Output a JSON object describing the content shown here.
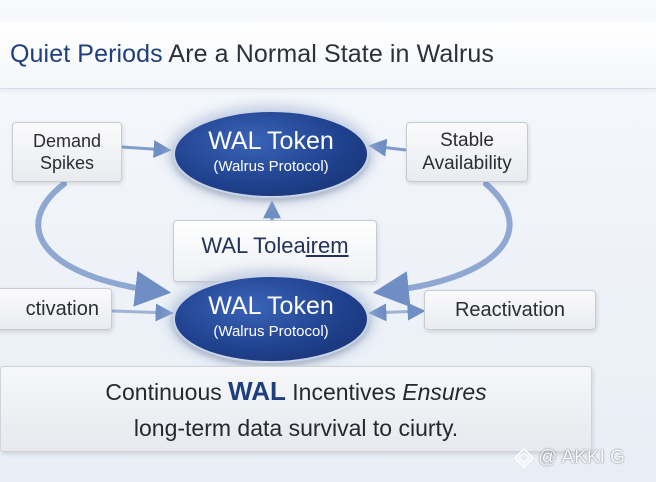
{
  "title": {
    "accent": "Quiet Periods",
    "rest": " Are a Normal State in Walrus"
  },
  "nodes": {
    "top_oval": {
      "main": "WAL Token",
      "sub": "(Walrus Protocol)"
    },
    "bottom_oval": {
      "main": "WAL Token",
      "sub": "(Walrus Protocol)"
    },
    "demand": {
      "line1": "Demand",
      "line2": "Spikes"
    },
    "stable": {
      "line1": "Stable",
      "line2": "Availability"
    },
    "middle": {
      "text_a": "WAL Tolea",
      "text_b": "irem"
    },
    "left_partial": "ctivation",
    "right": "Reactivation"
  },
  "footer": {
    "line1_a": "Continuous ",
    "line1_b": "WAL",
    "line1_c": " Incentives ",
    "line1_d": "Ensures",
    "line2": "long-term data survival to ciurty."
  },
  "watermark": {
    "text": "@ AKKI G",
    "icon": "diamond-logo-icon"
  },
  "colors": {
    "accent": "#1f3f7c",
    "oval": "#1e3f8a",
    "arrow": "#7f9ccc"
  }
}
